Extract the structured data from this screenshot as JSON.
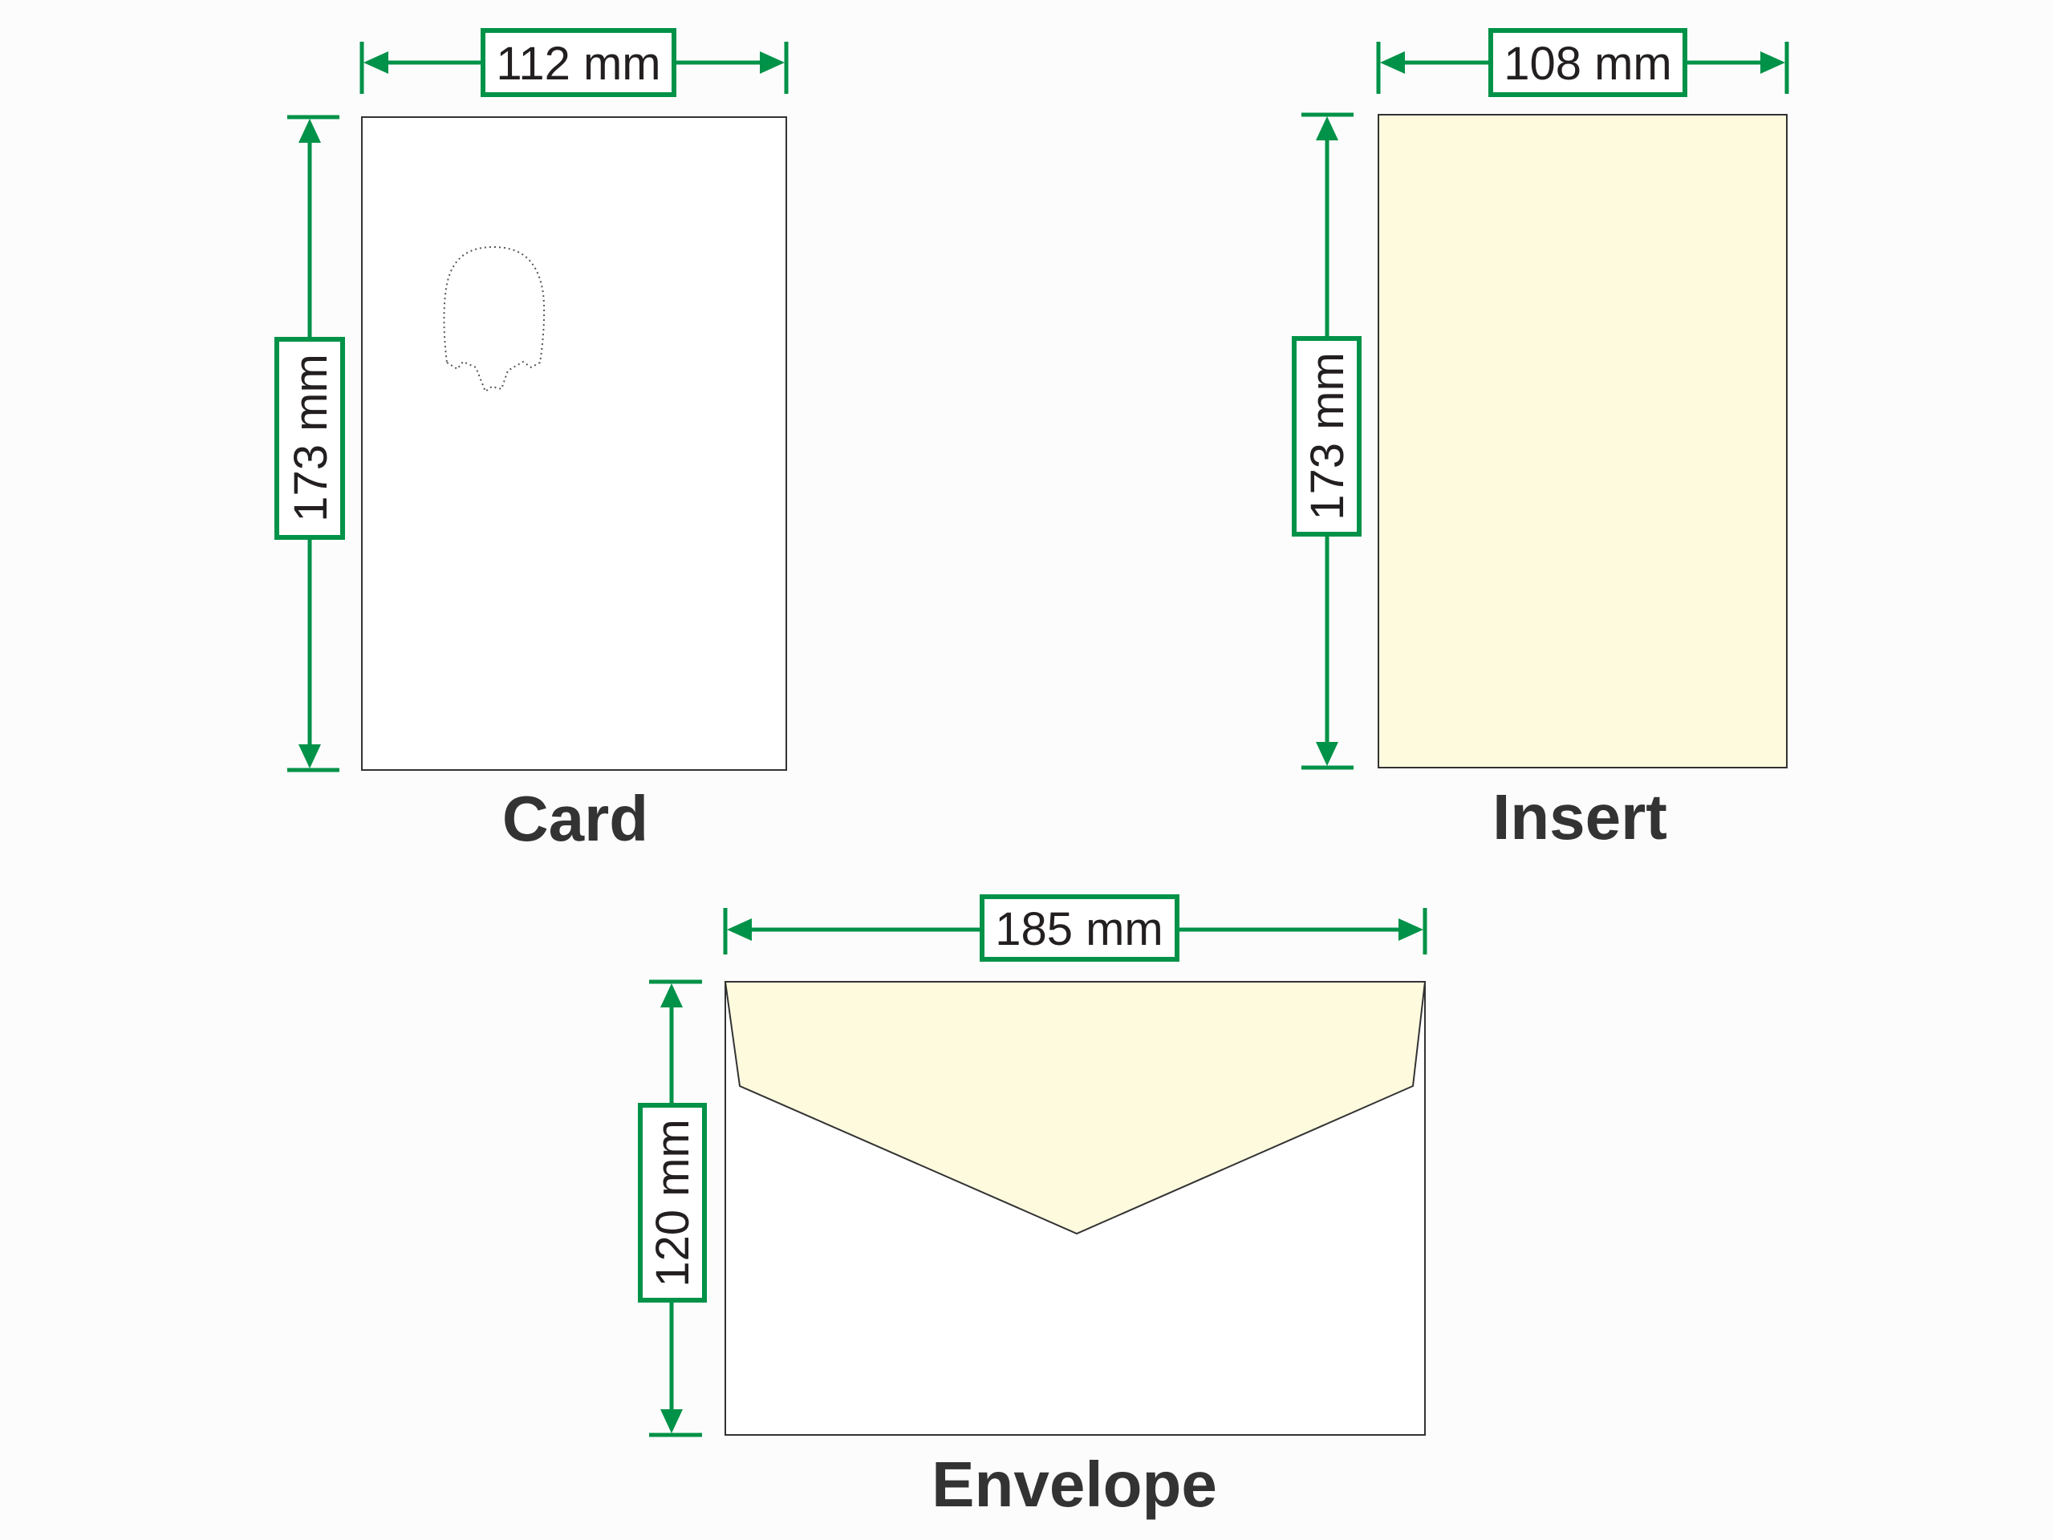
{
  "items": {
    "card": {
      "title": "Card",
      "width_label": "112 mm",
      "height_label": "173 mm",
      "width_mm": 112,
      "height_mm": 173
    },
    "insert": {
      "title": "Insert",
      "width_label": "108 mm",
      "height_label": "173 mm",
      "width_mm": 108,
      "height_mm": 173
    },
    "envelope": {
      "title": "Envelope",
      "width_label": "185 mm",
      "height_label": "120 mm",
      "width_mm": 185,
      "height_mm": 120
    }
  },
  "colors": {
    "dimension": "#009248",
    "insert_fill": "#fdfade",
    "paper": "#ffffff"
  }
}
